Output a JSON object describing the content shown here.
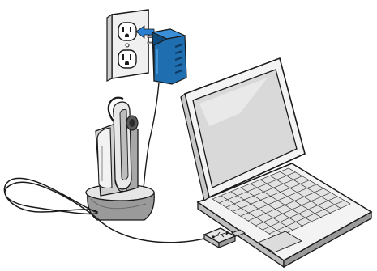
{
  "diagram": {
    "components": [
      {
        "id": "wall-outlet",
        "kind": "duplex wall outlet"
      },
      {
        "id": "power-adapter",
        "kind": "AC power adapter",
        "color": "#1f6fb0"
      },
      {
        "id": "headset-charging-base",
        "kind": "headset in charging cradle"
      },
      {
        "id": "laptop",
        "kind": "laptop computer"
      },
      {
        "id": "usb-connector",
        "kind": "USB plug",
        "icon": "usb-icon"
      }
    ],
    "connections": [
      {
        "from": "power-adapter",
        "to": "wall-outlet",
        "indicator": "blue arrow"
      },
      {
        "from": "power-adapter",
        "to": "headset-charging-base"
      },
      {
        "from": "headset-charging-base",
        "to": "usb-connector"
      },
      {
        "from": "usb-connector",
        "to": "laptop"
      }
    ],
    "colors": {
      "outline": "#1a1a1a",
      "adapter_blue": "#1f6fb0",
      "adapter_dark": "#0f4a7d",
      "arrow_blue": "#2a7fd0",
      "screen_fill": "#d9d9d9",
      "body_fill": "#ffffff",
      "shade_light": "#e6e6e6",
      "shade_mid": "#bfbfbf",
      "shade_dark": "#8a8a8a"
    }
  }
}
